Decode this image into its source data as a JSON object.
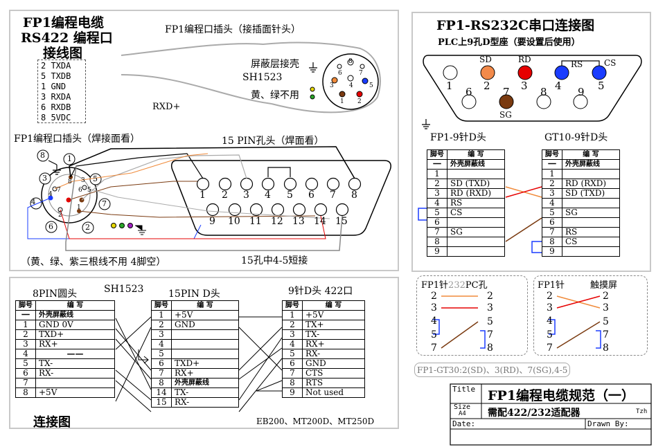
{
  "left": {
    "title": [
      "FP1编程电缆",
      "RS422 编程口",
      "接线图"
    ],
    "pin_legend": [
      "2  TXDA",
      "5  TXDB",
      "1  GND",
      "3  RXDA",
      "6  RXDB",
      "8  5VDC"
    ],
    "plug_title": "FP1编程口插头（接插面针头）",
    "shield_label": "屏蔽层接壳",
    "sh_label": "SH1523",
    "unused_label": "黄、绿不用",
    "rxd_label": "RXD+",
    "din_pins": [
      "8",
      "3",
      "4",
      "5",
      "6",
      "7",
      "1",
      "2"
    ],
    "weld_title": "FP1编程口插头（焊接面看）",
    "db15_title": "15 PIN孔头（焊面看）",
    "db15_top": [
      "1",
      "2",
      "3",
      "4",
      "5",
      "6",
      "7",
      "8"
    ],
    "db15_bottom": [
      "9",
      "10",
      "11",
      "12",
      "13",
      "14",
      "15"
    ],
    "weld_pins": [
      "8",
      "1",
      "3",
      "5",
      "7",
      "2",
      "6",
      "4"
    ],
    "weld_inner": [
      "8",
      "3",
      "7",
      "6",
      "5",
      "4",
      "2",
      "1"
    ],
    "note_unused": "（黄、绿、紫三根线不用 4脚空）",
    "note_short": "15孔中4-5短接"
  },
  "right": {
    "title": "FP1-RS232C串口连接图",
    "subtitle": "PLC上9孔D型座（要设置后使用）",
    "db9_labels": {
      "sd": "SD",
      "rd": "RD",
      "rs": "RS",
      "cs": "CS",
      "sg": "SG"
    },
    "db9_top": [
      "1",
      "2",
      "3",
      "4",
      "5"
    ],
    "db9_bottom": [
      "6",
      "7",
      "8",
      "9"
    ],
    "colors": {
      "sd": "#f28a4a",
      "rd": "#e60000",
      "rs": "#1a3cff",
      "cs": "#1a3cff",
      "sg": "#7a3a10"
    },
    "fp1_head": "FP1-9针D头",
    "gt10_head": "GT10-9针D头",
    "table_header": [
      "脚号",
      "编    写"
    ],
    "fp1_rows": [
      [
        "一",
        "外壳屏蔽线"
      ],
      [
        "1",
        ""
      ],
      [
        "2",
        "SD (TXD)"
      ],
      [
        "3",
        "RD (RXD)"
      ],
      [
        "4",
        "RS"
      ],
      [
        "5",
        "CS"
      ],
      [
        "6",
        ""
      ],
      [
        "7",
        "SG"
      ],
      [
        "8",
        ""
      ],
      [
        "9",
        ""
      ]
    ],
    "gt10_rows": [
      [
        "一",
        "外壳屏蔽线"
      ],
      [
        "1",
        ""
      ],
      [
        "2",
        "RD (RXD)"
      ],
      [
        "3",
        "SD (TXD)"
      ],
      [
        "4",
        ""
      ],
      [
        "5",
        "SG"
      ],
      [
        "6",
        ""
      ],
      [
        "7",
        "RS"
      ],
      [
        "8",
        "CS"
      ],
      [
        "9",
        ""
      ]
    ],
    "box1_title": [
      "FP1针",
      "232",
      "PC孔"
    ],
    "box2_title": [
      "FP1针",
      "触摸屏"
    ],
    "box_left": [
      "2",
      "3",
      "4",
      "5",
      "7"
    ],
    "box1_right": [
      "2",
      "3",
      "5",
      "7",
      "8"
    ],
    "box2_right": [
      "2",
      "3",
      "5",
      "7",
      "8"
    ],
    "gt30_note": "FP1-GT30:2(SD)、3(RD)、7(SG),4-5"
  },
  "bottom": {
    "h8": "8PIN圆头",
    "sh": "SH1523",
    "h15": "15PIN D头",
    "h9": "9针D头 422口",
    "table_header": [
      "脚号",
      "编    写"
    ],
    "t8": [
      [
        "一",
        "外壳屏蔽线"
      ],
      [
        "1",
        "GND   0V"
      ],
      [
        "2",
        "TXD+"
      ],
      [
        "3",
        "RX+"
      ],
      [
        "4",
        "——"
      ],
      [
        "5",
        "TX-"
      ],
      [
        "6",
        "RX-"
      ],
      [
        "7",
        ""
      ],
      [
        "8",
        "+5V"
      ]
    ],
    "t15": [
      [
        "1",
        "+5V"
      ],
      [
        "2",
        "GND"
      ],
      [
        "3",
        ""
      ],
      [
        "4",
        ""
      ],
      [
        "5",
        ""
      ],
      [
        "6",
        "TXD+"
      ],
      [
        "7",
        "RX+"
      ],
      [
        "8",
        "外壳屏蔽线"
      ],
      [
        "14",
        "TX-"
      ],
      [
        "15",
        "RX-"
      ]
    ],
    "t9": [
      [
        "1",
        "+5V"
      ],
      [
        "2",
        "TX+"
      ],
      [
        "3",
        "TX-"
      ],
      [
        "4",
        "RX+"
      ],
      [
        "5",
        "RX-"
      ],
      [
        "6",
        "GND"
      ],
      [
        "7",
        "CTS"
      ],
      [
        "8",
        "RTS"
      ],
      [
        "9",
        "Not used"
      ]
    ],
    "connect_label": "连接图",
    "models": "EB200、MT200D、MT250D"
  },
  "titleblock": {
    "title_label": "Title",
    "title": "FP1编程电缆规范（一）",
    "size_label": "Size",
    "size": "A4",
    "desc": "需配422/232适配器",
    "tzh": "Tzh",
    "date_label": "Date:",
    "drawn_label": "Drawn By:"
  }
}
